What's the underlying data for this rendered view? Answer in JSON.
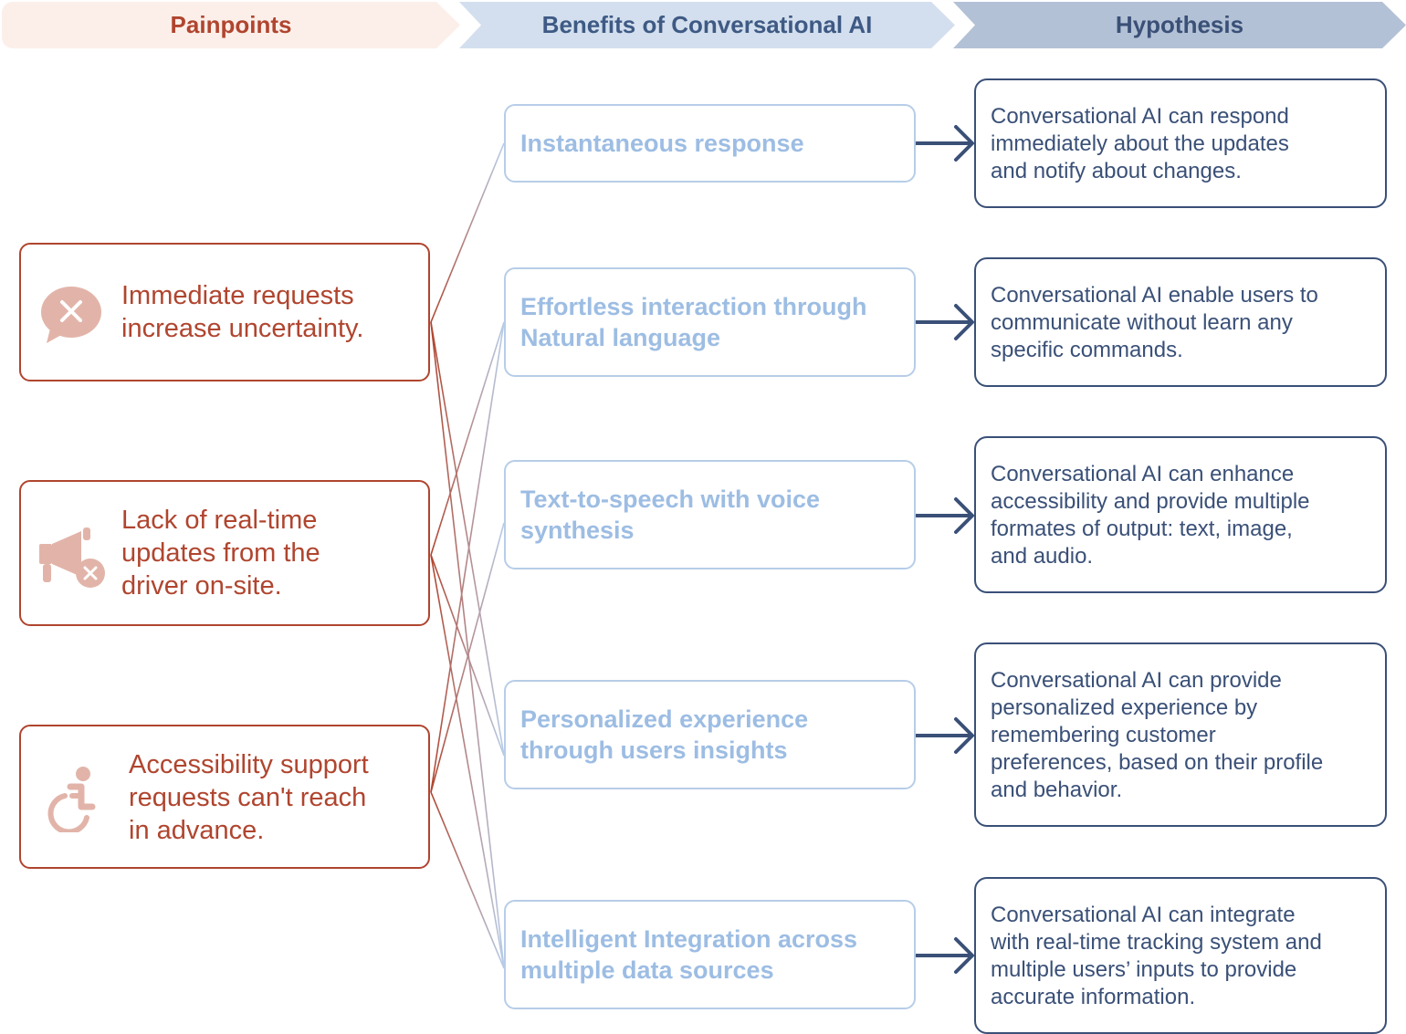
{
  "headers": {
    "painpoints": "Painpoints",
    "benefits": "Benefits of Conversational AI",
    "hypothesis": "Hypothesis"
  },
  "painpoints": [
    {
      "text": "Immediate requests\nincrease uncertainty.",
      "icon": "chat-x-icon"
    },
    {
      "text": "Lack of real-time\nupdates from the\ndriver on-site.",
      "icon": "megaphone-x-icon"
    },
    {
      "text": "Accessibility support\nrequests can't reach\nin advance.",
      "icon": "wheelchair-icon"
    }
  ],
  "benefits": [
    {
      "text": "Instantaneous response"
    },
    {
      "text": "Effortless interaction through\nNatural language"
    },
    {
      "text": "Text-to-speech with voice\nsynthesis"
    },
    {
      "text": "Personalized experience\nthrough users insights"
    },
    {
      "text": "Intelligent Integration across\nmultiple data sources"
    }
  ],
  "hypotheses": [
    {
      "text": "Conversational AI can respond\nimmediately about the updates\nand notify about changes."
    },
    {
      "text": "Conversational AI enable users to\ncommunicate without learn any\nspecific commands."
    },
    {
      "text": "Conversational AI can enhance\naccessibility and provide multiple\nformates of output: text, image,\nand audio."
    },
    {
      "text": "Conversational AI can provide\npersonalized experience by\nremembering customer\npreferences, based on their profile\nand behavior."
    },
    {
      "text": "Conversational AI can integrate\nwith real-time tracking system and\nmultiple users’ inputs to provide\naccurate information."
    }
  ],
  "connections": [
    {
      "from": 0,
      "to": [
        0,
        3,
        4
      ]
    },
    {
      "from": 1,
      "to": [
        1,
        3,
        4
      ]
    },
    {
      "from": 2,
      "to": [
        1,
        2,
        4
      ]
    }
  ],
  "colors": {
    "pain": "#b0452f",
    "pain_icon": "#e2b4a9",
    "benefit_border": "#b7cde8",
    "benefit_text": "#9dbde3",
    "hyp": "#3a5077"
  }
}
